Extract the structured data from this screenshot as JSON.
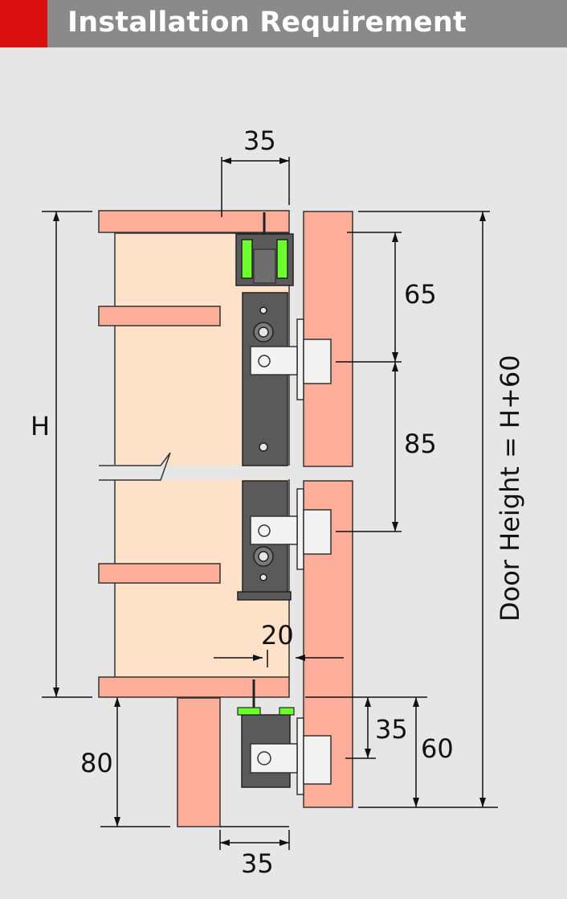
{
  "header": {
    "title": "Installation Requirement",
    "accent_color": "#d90f0f",
    "bar_color": "#8a8a8a"
  },
  "colors": {
    "background": "#e6e6e6",
    "cabinet_fill": "#fde1c9",
    "panel_fill": "#fcae9b",
    "fitting_fill": "#5a5a5a",
    "highlight_green": "#6cff2c"
  },
  "dimensions": {
    "top_width": "35",
    "top_offset": "65",
    "hinge_spacing": "85",
    "height_label": "H",
    "gap": "20",
    "bottom_small": "35",
    "bottom_large": "60",
    "bottom_offset": "80",
    "bottom_width": "35",
    "door_height": "Door Height = H+60"
  }
}
